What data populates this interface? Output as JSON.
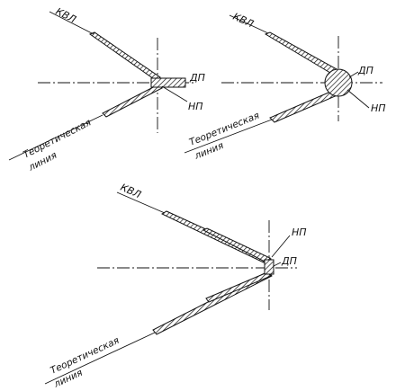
{
  "labels": {
    "kvl": "КВЛ",
    "dp": "ДП",
    "np": "НП",
    "theoretical_line_1": "Теоретическая",
    "theoretical_line_2": "линия"
  },
  "colors": {
    "ink": "#111111",
    "paper": "#ffffff"
  }
}
